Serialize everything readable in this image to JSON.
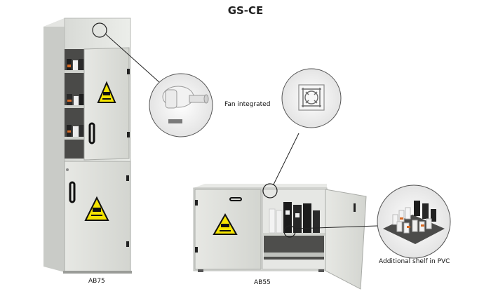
{
  "title": "GS-CE",
  "callouts": {
    "fan": "Fan integrated",
    "shelf": "Additional shelf in PVC"
  },
  "models": {
    "tall": "AB75",
    "low": "AB55"
  },
  "icons": [
    "hazard-sign-icon",
    "fan-icon",
    "bottle-icon"
  ]
}
